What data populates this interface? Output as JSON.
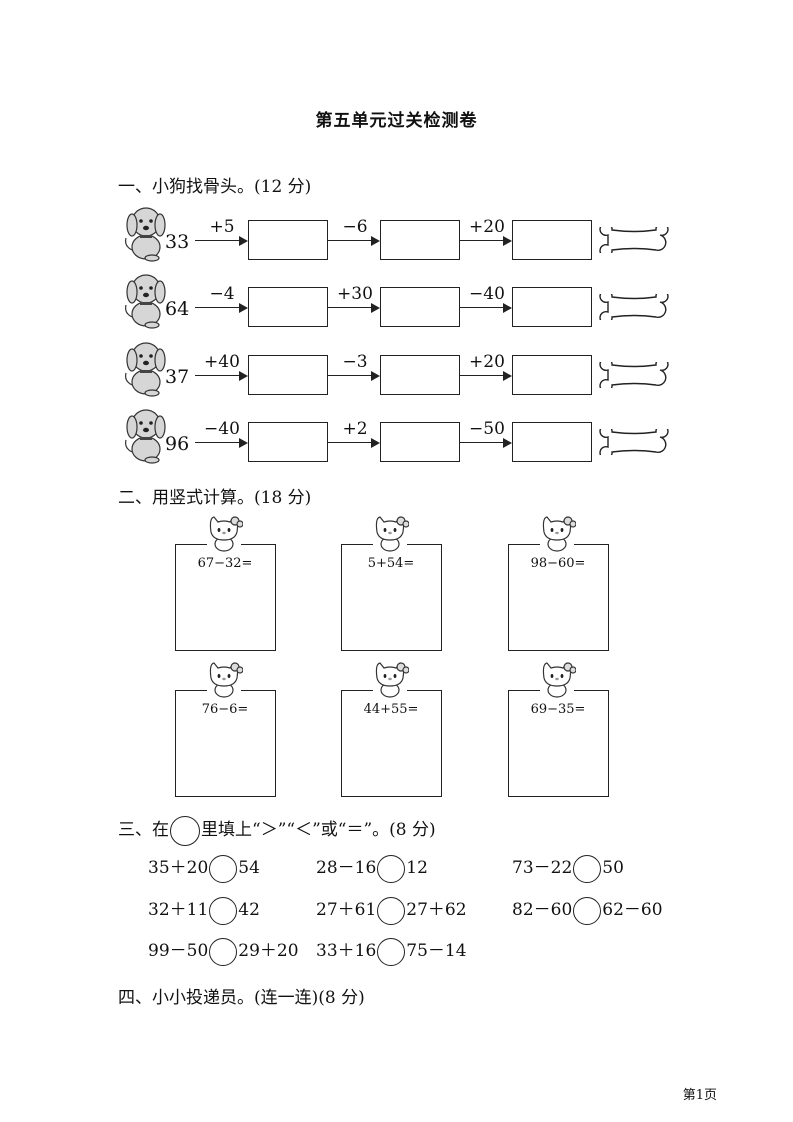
{
  "title": "第五单元过关检测卷",
  "section1": {
    "heading": "一、小狗找骨头。(12 分)",
    "rows": [
      {
        "start": "33",
        "ops": [
          "+5",
          "−6",
          "+20"
        ]
      },
      {
        "start": "64",
        "ops": [
          "−4",
          "+30",
          "−40"
        ]
      },
      {
        "start": "37",
        "ops": [
          "+40",
          "−3",
          "+20"
        ]
      },
      {
        "start": "96",
        "ops": [
          "−40",
          "+2",
          "−50"
        ]
      }
    ]
  },
  "section2": {
    "heading": "二、用竖式计算。(18 分)",
    "problems": [
      "67−32=",
      "5+54=",
      "98−60=",
      "76−6=",
      "44+55=",
      "69−35="
    ]
  },
  "section3": {
    "heading_a": "三、在",
    "heading_b": "里填上“＞”“＜”或“＝”。(8 分)",
    "items": [
      {
        "left": "35＋20",
        "right": "54"
      },
      {
        "left": "28－16",
        "right": "12"
      },
      {
        "left": "73－22",
        "right": "50"
      },
      {
        "left": "32＋11",
        "right": "42"
      },
      {
        "left": "27＋61",
        "right": "27＋62"
      },
      {
        "left": "82－60",
        "right": "62－60"
      },
      {
        "left": "99－50",
        "right": "29＋20"
      },
      {
        "left": "33＋16",
        "right": "75－14"
      }
    ]
  },
  "section4": {
    "heading": "四、小小投递员。(连一连)(8 分)"
  },
  "footer": {
    "page": "第1页"
  }
}
